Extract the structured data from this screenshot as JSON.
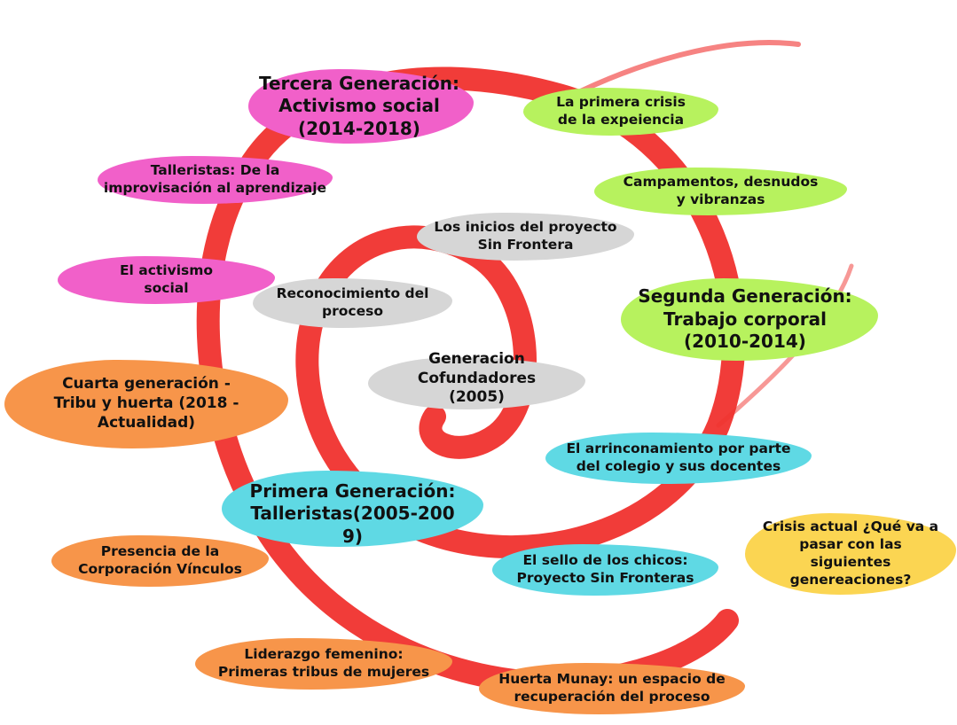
{
  "colors": {
    "spiral": "#f0312e",
    "pink": "#f160c9",
    "green": "#b7f25e",
    "gray": "#d6d6d6",
    "orange": "#f7954a",
    "cyan": "#5fd9e4",
    "yellow": "#fbd552"
  },
  "nodes": {
    "tercera_generacion": "Tercera Generación:\nActivismo social\n(2014-2018)",
    "primera_crisis": "La primera crisis\nde la expeiencia",
    "talleristas_improvisacion": "Talleristas: De la\nimprovisación al aprendizaje",
    "campamentos": "Campamentos, desnudos\ny  vibranzas",
    "inicios_proyecto": "Los inicios del proyecto\nSin Frontera",
    "activismo_social": "El  activismo\nsocial",
    "reconocimiento": "Reconocimiento del\nproceso",
    "segunda_generacion": "Segunda Generación:\nTrabajo corporal\n(2010-2014)",
    "generacion_cofundadores": "Generacion\nCofundadores\n(2005)",
    "cuarta_generacion": "Cuarta generación -\nTribu y huerta (2018 -\nActualidad)",
    "arrinconamiento": "El arrinconamiento por parte\ndel colegio y sus docentes",
    "primera_generacion": "Primera Generación:\nTalleristas(2005-200\n9)",
    "crisis_actual": "Crisis actual ¿Qué va a\npasar con las siguientes\ngenereaciones?",
    "presencia_corporacion": "Presencia de la\nCorporación Vínculos",
    "sello_chicos": "El sello de los chicos:\nProyecto Sin Fronteras",
    "liderazgo_femenino": "Liderazgo femenino:\nPrimeras tribus de mujeres",
    "huerta_munay": "Huerta Munay: un espacio de\nrecuperación del proceso"
  }
}
